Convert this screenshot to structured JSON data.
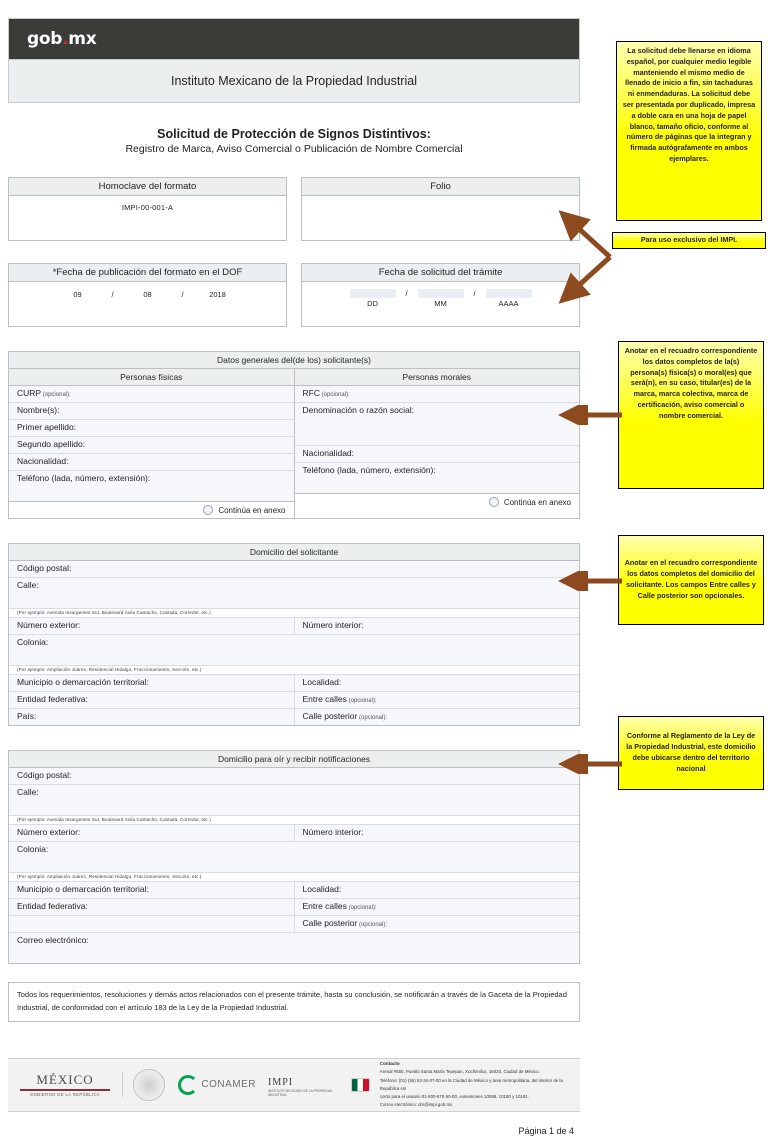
{
  "header": {
    "brand": "gob",
    "brand_dot": ".",
    "brand_mx": "mx",
    "institute": "Instituto Mexicano de la Propiedad Industrial"
  },
  "title": {
    "main": "Solicitud de Protección de Signos Distintivos:",
    "sub": "Registro de Marca, Aviso Comercial o Publicación de Nombre Comercial"
  },
  "homoclave": {
    "label": "Homoclave del formato",
    "value": "IMPI-00-001-A"
  },
  "folio": {
    "label": "Folio",
    "value": ""
  },
  "fecha_dof": {
    "label": "*Fecha de publicación del formato en el DOF",
    "day": "09",
    "month": "08",
    "year": "2018",
    "slash": "/"
  },
  "fecha_solicitud": {
    "label": "Fecha de solicitud del trámite",
    "slash": "/",
    "dd": "DD",
    "mm": "MM",
    "aaaa": "AAAA"
  },
  "datos_generales": {
    "title": "Datos generales del(de los) solicitante(s)",
    "fisicas": {
      "head": "Personas físicas",
      "fields": [
        {
          "label": "CURP",
          "opt": " (opcional):"
        },
        {
          "label": "Nombre(s):",
          "opt": ""
        },
        {
          "label": "Primer apellido:",
          "opt": ""
        },
        {
          "label": "Segundo apellido:",
          "opt": ""
        },
        {
          "label": "Nacionalidad:",
          "opt": ""
        },
        {
          "label": "Teléfono (lada, número, extensión):",
          "opt": ""
        }
      ],
      "annex": "Continúa en anexo"
    },
    "morales": {
      "head": "Personas morales",
      "fields": [
        {
          "label": "RFC",
          "opt": " (opcional):"
        },
        {
          "label": "Denominación o razón social:",
          "opt": ""
        },
        {
          "label": "Nacionalidad:",
          "opt": ""
        },
        {
          "label": "Teléfono (lada, número, extensión):",
          "opt": ""
        }
      ],
      "annex": "Continúa en anexo"
    }
  },
  "domicilio_solicitante": {
    "title": "Domicilio del solicitante",
    "codigo_postal": "Código postal:",
    "calle": "Calle:",
    "hint_calle": "(Por ejemplo: Avenida Insurgentes Sur, Boulevard Ávila Camacho, Calzada, Corredor, etc.)",
    "numero_exterior": "Número exterior:",
    "numero_interior": "Número interior:",
    "colonia": "Colonia:",
    "hint_colonia": "(Por ejemplo: Ampliación Juárez, Residencial Hidalgo, Fraccionamiento, Sección, etc.)",
    "municipio": "Municipio o demarcación territorial:",
    "localidad": "Localidad:",
    "entidad": "Entidad federativa:",
    "entre_calles": "Entre calles",
    "entre_calles_opt": " (opcional):",
    "pais": "País:",
    "calle_posterior": "Calle posterior",
    "calle_posterior_opt": " (opcional):"
  },
  "domicilio_notificaciones": {
    "title": "Domicilio para oír y recibir notificaciones",
    "codigo_postal": "Código postal:",
    "calle": "Calle:",
    "hint_calle": "(Por ejemplo: Avenida Insurgentes Sur, Boulevard Ávila Camacho, Calzada, Corredor, etc.)",
    "numero_exterior": "Número exterior:",
    "numero_interior": "Número interior:",
    "colonia": "Colonia:",
    "hint_colonia": "(Por ejemplo: Ampliación Juárez, Residencial Hidalgo, Fraccionamiento, Sección, etc.)",
    "municipio": "Municipio o demarcación territorial:",
    "localidad": "Localidad:",
    "entidad": "Entidad federativa:",
    "entre_calles": "Entre calles",
    "entre_calles_opt": " (opcional):",
    "calle_posterior": "Calle posterior",
    "calle_posterior_opt": " (opcional):",
    "correo": "Correo electrónico:"
  },
  "notice": "Todos los requerimientos, resoluciones y demás actos relacionados con el presente trámite, hasta su conclusión, se notificarán a través de la Gaceta de la Propiedad Industrial, de conformidad con el artículo 183 de la Ley de la Propiedad Industrial.",
  "footer": {
    "mexico": "MÉXICO",
    "mexico_sub": "GOBIERNO DE LA REPÚBLICA",
    "conamer": "CONAMER",
    "impi": "IMPI",
    "impi_sub": "INSTITUTO MEXICANO DE LA PROPIEDAD INDUSTRIAL",
    "contact_title": "Contacto",
    "contact_lines": [
      "Arenal #550, Pueblo Santa María Tepepan, Xochimilco, 16020, Ciudad de México.",
      "Teléfono: (01) (55) 53-34-07-00 en la Ciudad de México y área metropolitana, del interior de la República sin",
      "costo para el usuario 01-800-570-50-00, extensiones 10088, 10180 y 10181.",
      "Correo electrónico: dm@impi.gob.mx"
    ]
  },
  "page_number": "Página 1 de 4",
  "annotations": [
    {
      "id": "note-llenado",
      "text": "La solicitud debe llenarse en idioma español, por cualquier medio legible manteniendo el mismo medio de llenado de inicio a fin, sin tachaduras ni enmendaduras. La solicitud debe ser presentada por duplicado, impresa a doble cara en una hoja de papel blanco, tamaño oficio, conforme al número de páginas que la integran y firmada autógrafamente en ambos ejemplares."
    },
    {
      "id": "note-impi",
      "text": "Para uso exclusivo del IMPI."
    },
    {
      "id": "note-solicitantes",
      "text": "Anotar en el recuadro correspondiente los datos completos de la(s) persona(s) física(s) o moral(es) que será(n), en su caso, titular(es) de la marca, marca colectiva, marca de certificación, aviso comercial o nombre comercial."
    },
    {
      "id": "note-domicilio",
      "text": "Anotar en el recuadro correspondiente los datos completos del domicilio del solicitante. Los campos Entre calles y Calle posterior son opcionales."
    },
    {
      "id": "note-territorio",
      "text": "Conforme al Reglamento de la Ley de la Propiedad Industrial, este domicilio debe ubicarse dentro del territorio nacional"
    }
  ],
  "colors": {
    "yellow": "#ffff00",
    "arrow_brown": "#8c4a1e",
    "header_dark": "#3b3b38",
    "field_blue": "#f5f7fb",
    "head_gray": "#eceff0"
  }
}
